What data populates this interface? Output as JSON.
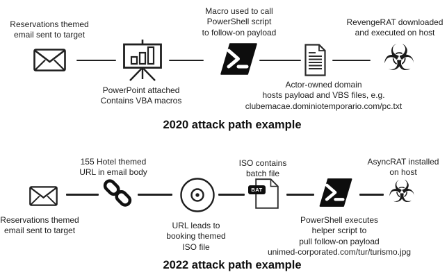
{
  "palette": {
    "ink": "#1f1f1f",
    "paper": "#ffffff"
  },
  "glyphs": {
    "biohazard": "☣"
  },
  "diagrams": [
    {
      "title": "2020 attack path example",
      "steps": [
        {
          "icon": "email-envelope-icon",
          "label": "Reservations themed\nemail sent to target",
          "label_position": "above"
        },
        {
          "icon": "presentation-chart-icon",
          "label": "PowerPoint attached\nContains VBA macros",
          "label_position": "below"
        },
        {
          "icon": "powershell-icon",
          "label": "Macro used to call\nPowerShell script\nto follow-on payload",
          "label_position": "above"
        },
        {
          "icon": "document-icon",
          "label": "Actor-owned domain\nhosts payload and VBS files, e.g.\nclubemacae.dominiotemporario.com/pc.txt",
          "label_position": "below"
        },
        {
          "icon": "biohazard-icon",
          "label": "RevengeRAT downloaded\nand executed on host",
          "label_position": "above"
        }
      ]
    },
    {
      "title": "2022 attack path example",
      "steps": [
        {
          "icon": "email-envelope-icon",
          "label": "Reservations themed\nemail sent to target",
          "label_position": "below"
        },
        {
          "icon": "chain-link-icon",
          "label": "155 Hotel themed\nURL in email body",
          "label_position": "above"
        },
        {
          "icon": "disc-icon",
          "label": "URL leads to\nbooking themed\nISO file",
          "label_position": "below"
        },
        {
          "icon": "bat-file-icon",
          "badge": "BAT",
          "label": "ISO contains\nbatch file",
          "label_position": "above"
        },
        {
          "icon": "powershell-icon",
          "label": "PowerShell executes\nhelper script to\npull follow-on payload\nunimed-corporated.com/tur/turismo.jpg",
          "label_position": "below"
        },
        {
          "icon": "biohazard-icon",
          "label": "AsyncRAT installed\non host",
          "label_position": "above"
        }
      ]
    }
  ]
}
